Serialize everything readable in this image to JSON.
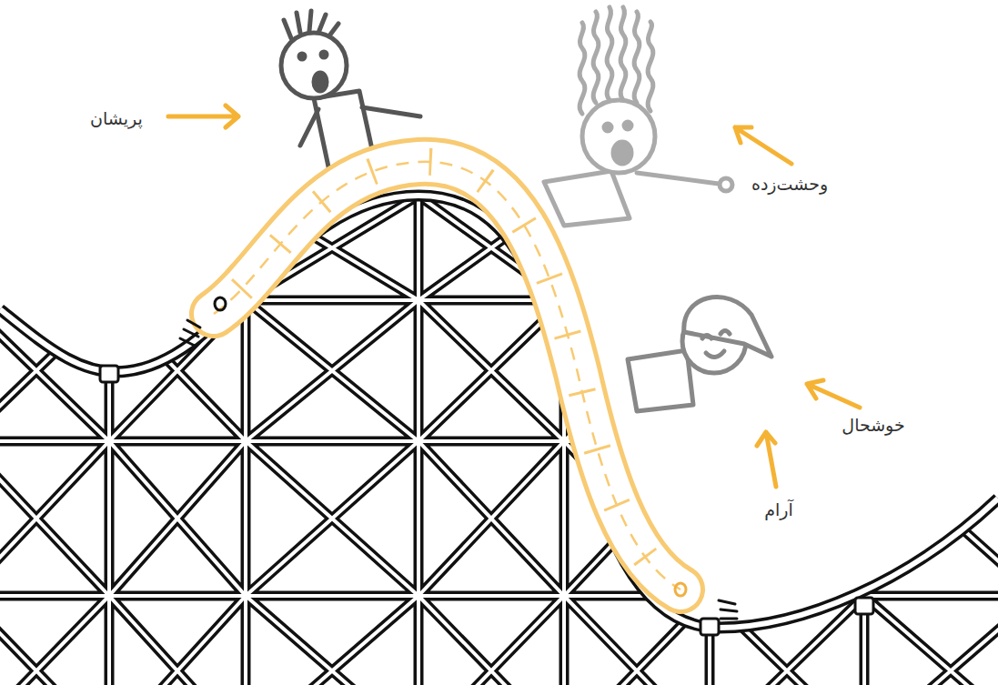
{
  "diagram": {
    "labels": [
      "پریشان",
      "وحشت‌زده",
      "خوشحال",
      "آرام"
    ]
  }
}
